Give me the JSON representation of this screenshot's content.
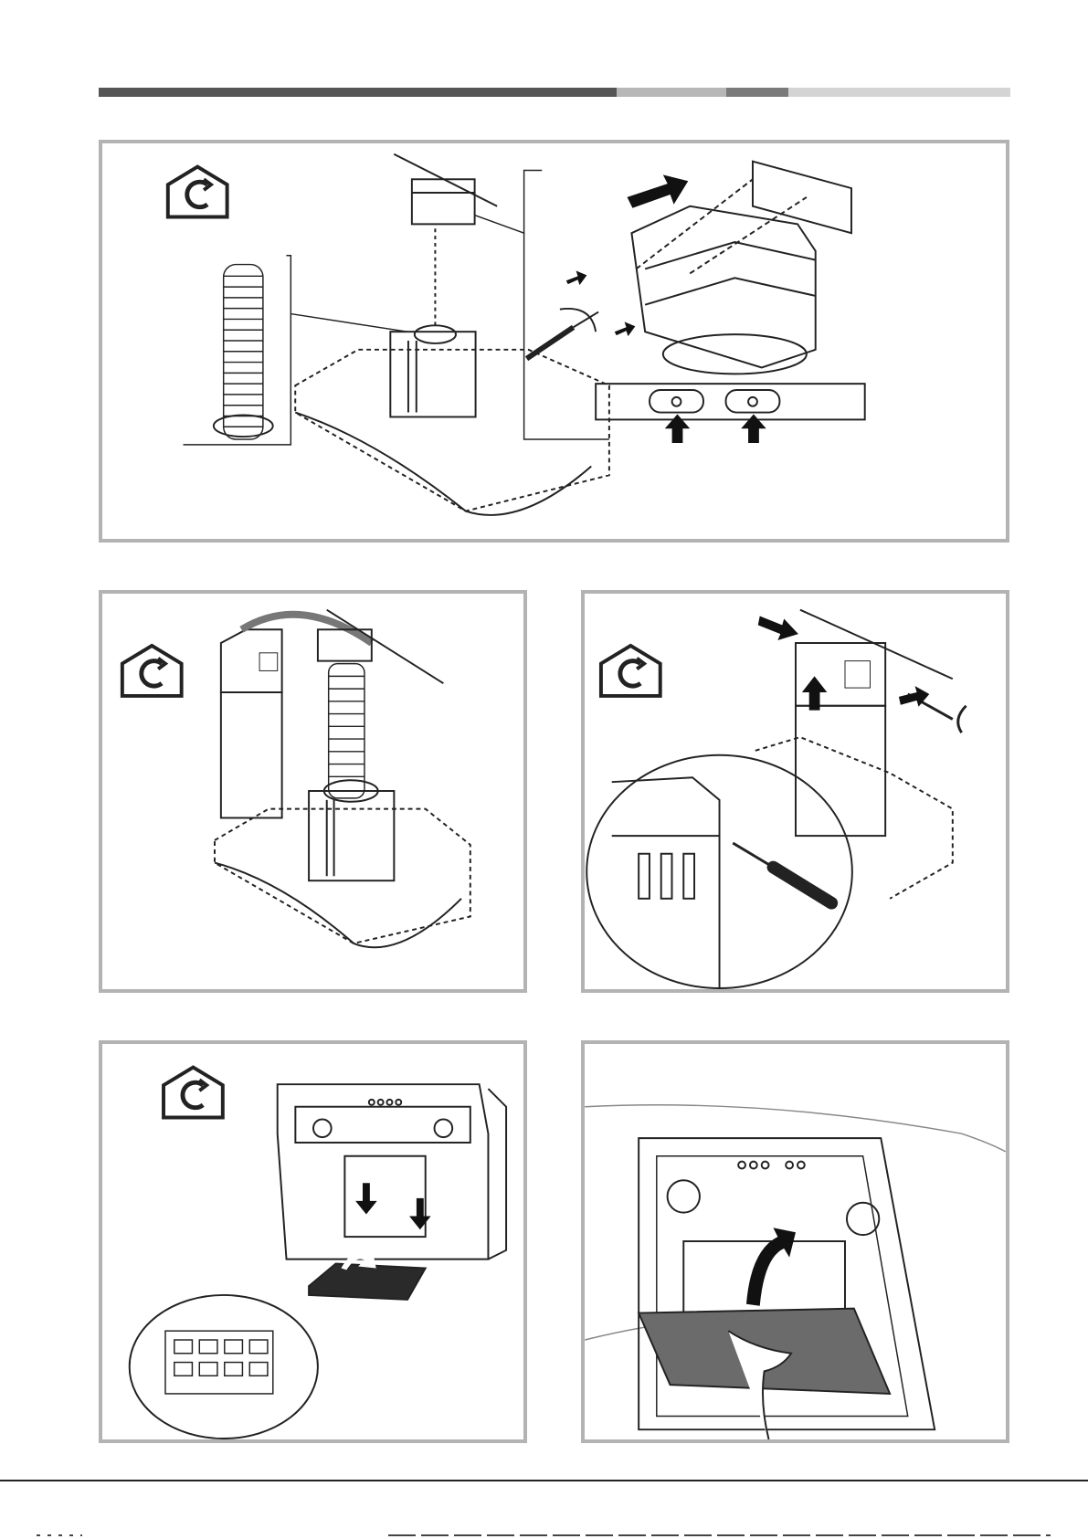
{
  "header": {
    "segments": [
      {
        "color": "#555555"
      },
      {
        "color": "#b7b7b7"
      },
      {
        "color": "#7a7a7a"
      },
      {
        "color": "#d4d4d4"
      }
    ]
  },
  "icons": {
    "recirculation": "house-with-circular-arrow-icon",
    "arrow": "bold-arrow-icon",
    "screwdriver": "screwdriver-icon"
  },
  "panels": [
    {
      "id": "panel-1",
      "description_icon": "recirculation-icon"
    },
    {
      "id": "panel-2",
      "description_icon": "recirculation-icon"
    },
    {
      "id": "panel-3",
      "description_icon": "recirculation-icon"
    },
    {
      "id": "panel-4",
      "description_icon": "recirculation-icon"
    },
    {
      "id": "panel-5"
    }
  ],
  "colors": {
    "frame": "#b3b3b3",
    "line": "#222222",
    "filter": "#6b6b6b"
  }
}
